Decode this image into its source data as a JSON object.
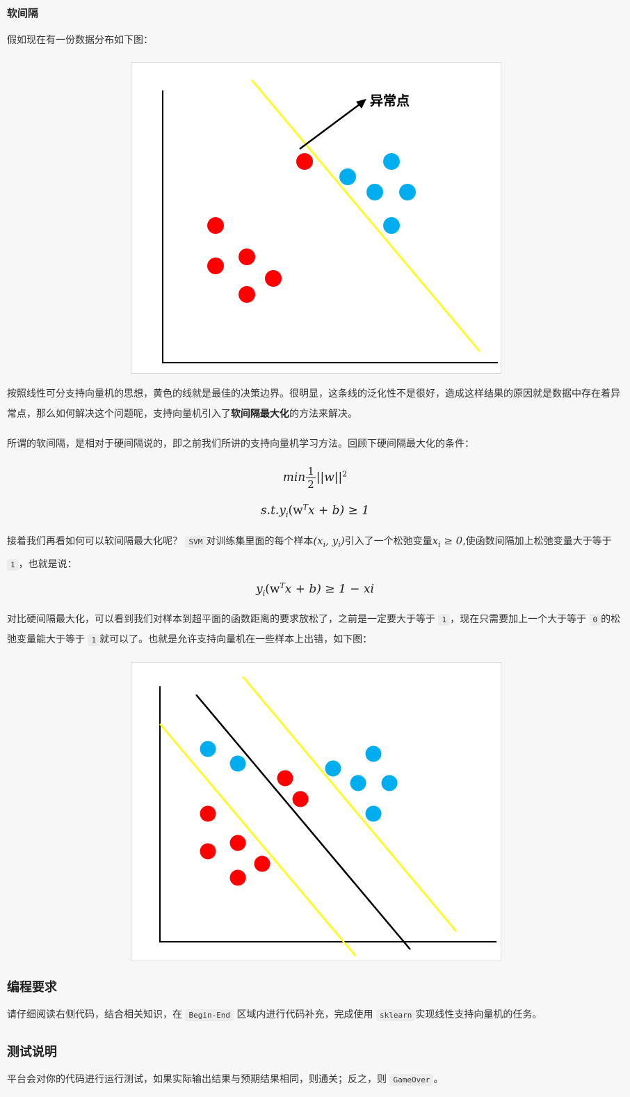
{
  "section_title": "软间隔",
  "intro": "假如现在有一份数据分布如下图：",
  "figure1": {
    "annotation": "异常点",
    "colors": {
      "red": "#ff0000",
      "blue": "#00aeef",
      "line": "#ffff00",
      "axis": "#000000"
    }
  },
  "para1": {
    "part1": "按照线性可分支持向量机的思想，黄色的线就是最佳的决策边界。很明显，这条线的泛化性不是很好，造成这样结果的原因就是数据中存在着异常点，那么如何解决这个问题呢，支持向量机引入了",
    "bold": "软间隔最大化",
    "part2": "的方法来解决。"
  },
  "para2": "所谓的软间隔，是相对于硬间隔说的，即之前我们所讲的支持向量机学习方法。回顾下硬间隔最大化的条件：",
  "formula1": {
    "min": "min",
    "num": "1",
    "den": "2",
    "norm": "||w||",
    "exp": "2"
  },
  "formula2": {
    "st": "s.t.",
    "y": "y",
    "sub": "i",
    "lp": "(w",
    "T": "T",
    "rest": "x + b) ≥ 1"
  },
  "para3": {
    "part1": "接着我们再看如何可以软间隔最大化呢？",
    "code": "SVM",
    "part2": "对训练集里面的每个样本",
    "math1": "(x",
    "math1sub": "i",
    "math1b": ", y",
    "math1bsub": "i",
    "math1c": ")",
    "part3": "引入了一个松弛变量",
    "math2": "x",
    "math2sub": "i",
    "math2b": " ≥ 0",
    "part4": ",使函数间隔加上松弛变量大于等于",
    "code2": "1",
    "part5": "，也就是说："
  },
  "formula3": {
    "y": "y",
    "sub": "i",
    "lp": "(w",
    "T": "T",
    "rest": "x + b) ≥ 1 − xi"
  },
  "para4": {
    "part1": "对比硬间隔最大化，可以看到我们对样本到超平面的函数距离的要求放松了，之前是一定要大于等于",
    "code1": "1",
    "part2": "，现在只需要加上一个大于等于",
    "code2": "0",
    "part3": "的松弛变量能大于等于",
    "code3": "1",
    "part4": "就可以了。也就是允许支持向量机在一些样本上出错，如下图："
  },
  "heading2": "编程要求",
  "para5": {
    "part1": "请仔细阅读右侧代码，结合相关知识，在",
    "code1": "Begin-End",
    "part2": "区域内进行代码补充，完成使用",
    "code2": "sklearn",
    "part3": "实现线性支持向量机的任务。"
  },
  "heading3": "测试说明",
  "para6": {
    "part1": "平台会对你的代码进行运行测试，如果实际输出结果与预期结果相同，则通关；反之，则",
    "code1": "GameOver",
    "part2": "。"
  }
}
